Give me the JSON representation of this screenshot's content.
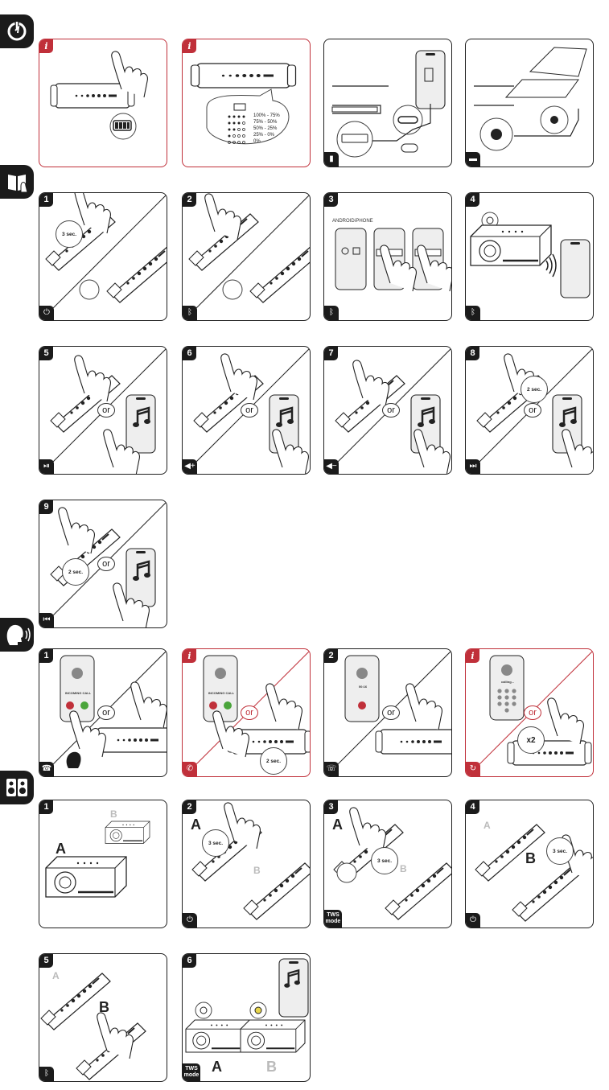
{
  "sections": {
    "power_icon": "power-charge-icon",
    "manual_icon": "manual-icon",
    "call_icon": "call-speaking-icon",
    "tws_icon": "tws-speakers-icon"
  },
  "charge": {
    "info_badge": "i",
    "battery_levels": [
      "100% - 75%",
      "75% - 50%",
      "50% - 25%",
      "25% - 0%",
      "0%"
    ]
  },
  "bluetooth_steps": {
    "s1": "1",
    "s1_time": "3 sec.",
    "s2": "2",
    "s3": "3",
    "s3_android": "ANDROID",
    "s3_iphone": "iPHONE",
    "s4": "4"
  },
  "music_steps": {
    "s5": "5",
    "s6": "6",
    "s7": "7",
    "s8": "8",
    "s8_time": "2 sec.",
    "s9": "9",
    "s9_time": "2 sec.",
    "or": "or"
  },
  "call_steps": {
    "c1": "1",
    "c1_text": "INCOMING CALL",
    "ci1_badge": "i",
    "ci1_text": "INCOMING CALL",
    "ci1_time": "2 sec.",
    "c2": "2",
    "c2_text": "00:16",
    "ci2_badge": "i",
    "ci2_text": "calling...",
    "ci2_times": "x2",
    "or": "or"
  },
  "tws_steps": {
    "t1": "1",
    "t2": "2",
    "t2_time": "3 sec.",
    "t3": "3",
    "t3_time": "3 sec.",
    "t3_corner": "TWS mode",
    "t4": "4",
    "t4_time": "3 sec.",
    "t5": "5",
    "t6": "6",
    "t6_corner": "TWS mode",
    "label_a": "A",
    "label_b": "B"
  },
  "colors": {
    "accent": "#c0303a",
    "ink": "#1b1b1b",
    "mute": "#bbbbbb"
  }
}
